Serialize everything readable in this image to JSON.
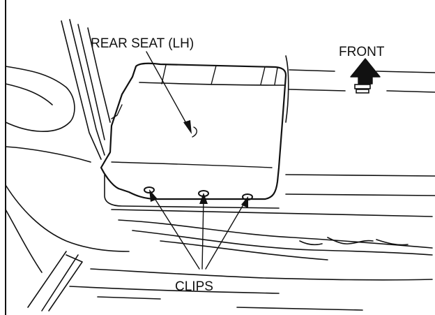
{
  "labels": {
    "rear_seat": "REAR SEAT (LH)",
    "front": "FRONT",
    "clips": "CLIPS"
  }
}
